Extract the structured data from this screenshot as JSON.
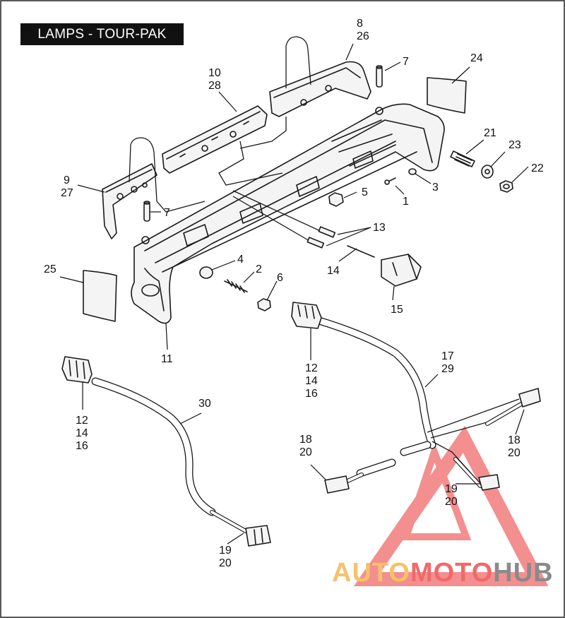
{
  "title": "LAMPS - TOUR-PAK",
  "callouts": {
    "c1": "1",
    "c2": "2",
    "c3": "3",
    "c4": "4",
    "c5": "5",
    "c6": "6",
    "c7a": "7",
    "c7b": "7",
    "c8": "8",
    "c26": "26",
    "c9": "9",
    "c27": "27",
    "c10": "10",
    "c28": "28",
    "c11": "11",
    "c12a": "12",
    "c14a": "14",
    "c16a": "16",
    "c12b": "12",
    "c14b": "14",
    "c16b": "16",
    "c13": "13",
    "c14": "14",
    "c15": "15",
    "c17": "17",
    "c29": "29",
    "c18a": "18",
    "c20a": "20",
    "c18b": "18",
    "c20b": "20",
    "c19a": "19",
    "c20c": "20",
    "c19b": "19",
    "c20d": "20",
    "c21": "21",
    "c22": "22",
    "c23": "23",
    "c24": "24",
    "c25": "25",
    "c30": "30"
  },
  "watermark": {
    "part1": "AUTO",
    "part2": "MOTO",
    "part3": "HUB"
  },
  "colors": {
    "watermark_red": "#f06a6a",
    "watermark_yellow": "#f5c26b",
    "watermark_gray": "#8a8a8a"
  }
}
